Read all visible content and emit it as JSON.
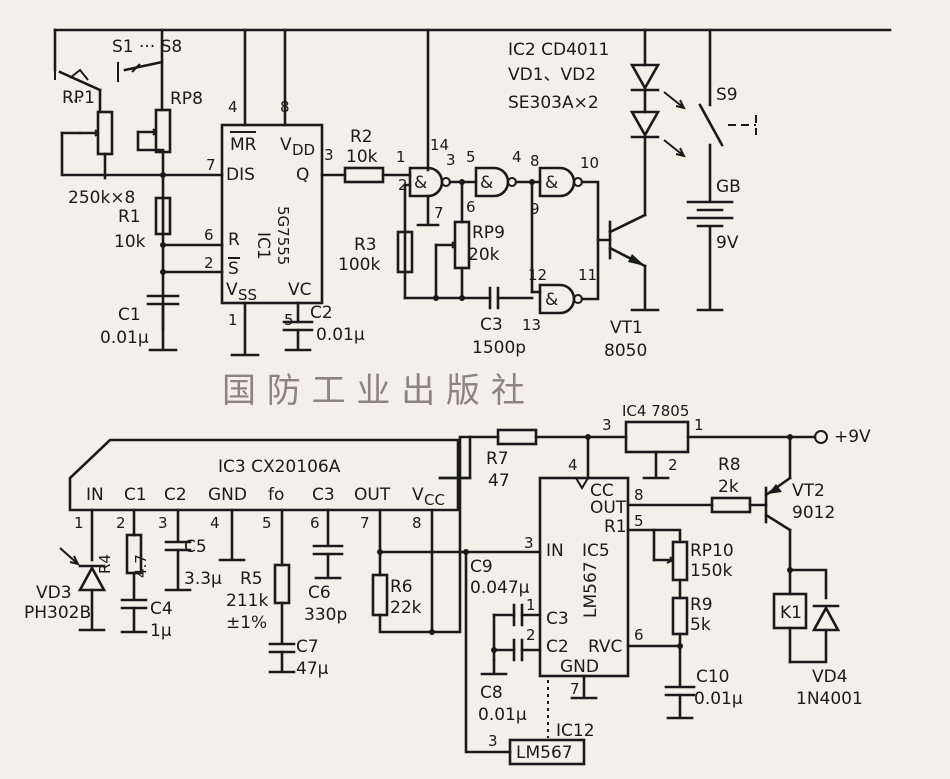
{
  "colors": {
    "paper": "#f3f0ea",
    "ink": "#1a1a1a",
    "watermark": "#8a8580"
  },
  "publisher": "国 防 工 业 出 版 社",
  "top": {
    "switches": "S1 ··· S8",
    "rp1": "RP1",
    "rp8": "RP8",
    "rp_value": "250k×8",
    "r1": "R1",
    "r1_value": "10k",
    "c1": "C1",
    "c1_value": "0.01μ",
    "dots": "···",
    "ic1": {
      "name": "IC1",
      "model": "5G7555",
      "pin_mr": "MR",
      "pin_dis": "DIS",
      "pin_vdd": "V",
      "pin_vdd_sub": "DD",
      "pin_q": "Q",
      "pin_r": "R",
      "pin_s": "S",
      "pin_vss": "V",
      "pin_vss_sub": "SS",
      "pin_vc": "VC",
      "n4": "4",
      "n8": "8",
      "n7": "7",
      "n3": "3",
      "n6": "6",
      "n2": "2",
      "n1": "1",
      "n5": "5"
    },
    "c2": "C2",
    "c2_value": "0.01μ",
    "r2": "R2",
    "r2_value": "10k",
    "r3": "R3",
    "r3_value": "100k",
    "rp9": "RP9",
    "rp9_value": "20k",
    "c3": "C3",
    "c3_value": "1500p",
    "gate_pins": {
      "p1": "1",
      "p2": "2",
      "p14": "14",
      "p3": "3",
      "p7": "7",
      "p5": "5",
      "p4": "4",
      "p6": "6",
      "p8": "8",
      "p10": "10",
      "p9": "9",
      "p12": "12",
      "p11": "11",
      "p13": "13"
    },
    "ic2": "IC2 CD4011",
    "vd": "VD1、VD2",
    "vd_model": "SE303A×2",
    "s9": "S9",
    "gb": "GB",
    "gb_value": "9V",
    "vt1": "VT1",
    "vt1_model": "8050"
  },
  "bottom": {
    "ic3": {
      "title": "IC3 CX20106A",
      "pins": [
        "IN",
        "C1",
        "C2",
        "GND",
        "fo",
        "C3",
        "OUT",
        "V"
      ],
      "vcc_sub": "CC",
      "nums": [
        "1",
        "2",
        "3",
        "4",
        "5",
        "6",
        "7",
        "8"
      ]
    },
    "r4": "R4",
    "r4_value": "4.7",
    "c5": "C5",
    "c5_value": "3.3μ",
    "c4": "C4",
    "c4_value": "1μ",
    "vd3": "VD3",
    "vd3_model": "PH302B",
    "r5": "R5",
    "r5_value": "211k",
    "r5_tol": "±1%",
    "c6": "C6",
    "c6_value": "330p",
    "c7": "C7",
    "c7_value": "47μ",
    "r6": "R6",
    "r6_value": "22k",
    "r7": "R7",
    "r7_value": "47",
    "ic4": "IC4 7805",
    "ic4_pins": {
      "p3": "3",
      "p1": "1",
      "p2": "2"
    },
    "supply": "+9V",
    "c9": "C9",
    "c9_value": "0.047μ",
    "ic5": {
      "name": "IC5",
      "model": "LM567",
      "pin_cc": "CC",
      "pin_out": "OUT",
      "pin_r1": "R1",
      "pin_in": "IN",
      "pin_c3": "C3",
      "pin_c2": "C2",
      "pin_rvc": "RVC",
      "pin_gnd": "GND",
      "n4": "4",
      "n8": "8",
      "n5": "5",
      "n3": "3",
      "n1": "1",
      "n2": "2",
      "n6": "6",
      "n7": "7"
    },
    "r8": "R8",
    "r8_value": "2k",
    "vt2": "VT2",
    "vt2_model": "9012",
    "rp10": "RP10",
    "rp10_value": "150k",
    "r9": "R9",
    "r9_value": "5k",
    "c10": "C10",
    "c10_value": "0.01μ",
    "c8": "C8",
    "c8_value": "0.01μ",
    "ic12": "IC12",
    "ic12_model": "LM567",
    "ic12_pin": "3",
    "k1": "K1",
    "vd4": "VD4",
    "vd4_model": "1N4001"
  }
}
